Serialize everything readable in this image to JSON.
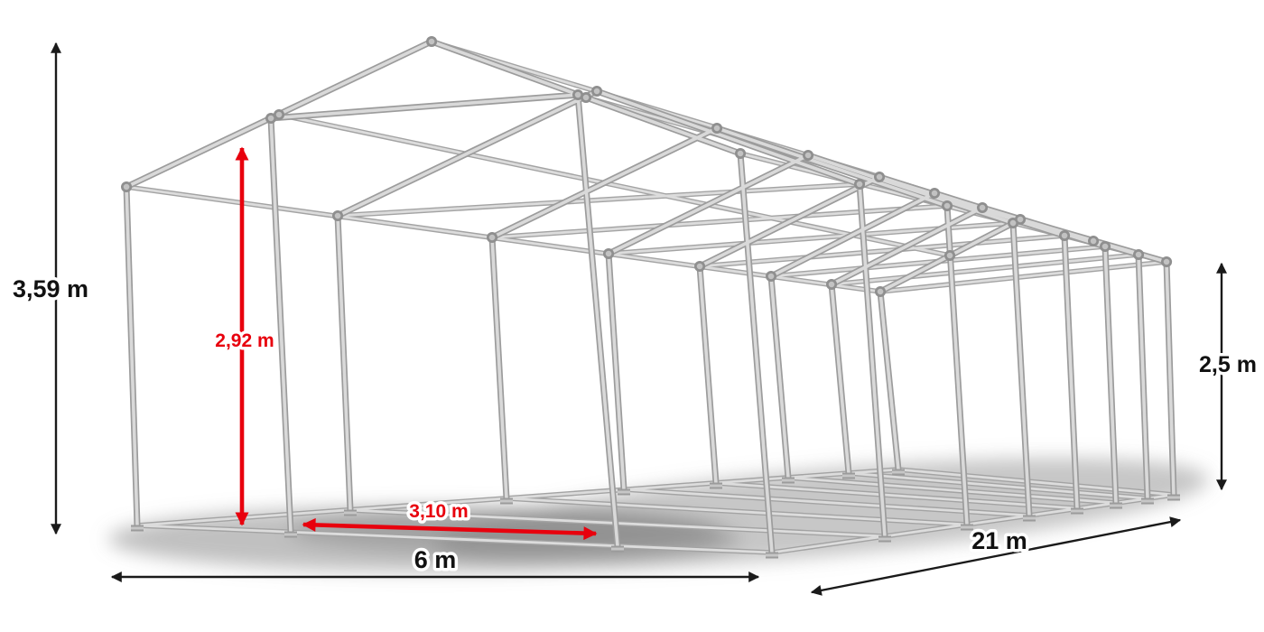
{
  "dimensions": {
    "total_height": "3,59 m",
    "clear_height": "2,92 m",
    "side_height": "2,5 m",
    "entrance_width": "3,10 m",
    "width": "6 m",
    "length": "21 m"
  },
  "colors": {
    "highlight_red": "#e8000d",
    "dimension_line": "#1a1a1a",
    "tube_light": "#d9d9d9",
    "tube_dark": "#9c9c9c",
    "shadow_gray": "#8d8d8d",
    "background": "#ffffff"
  }
}
